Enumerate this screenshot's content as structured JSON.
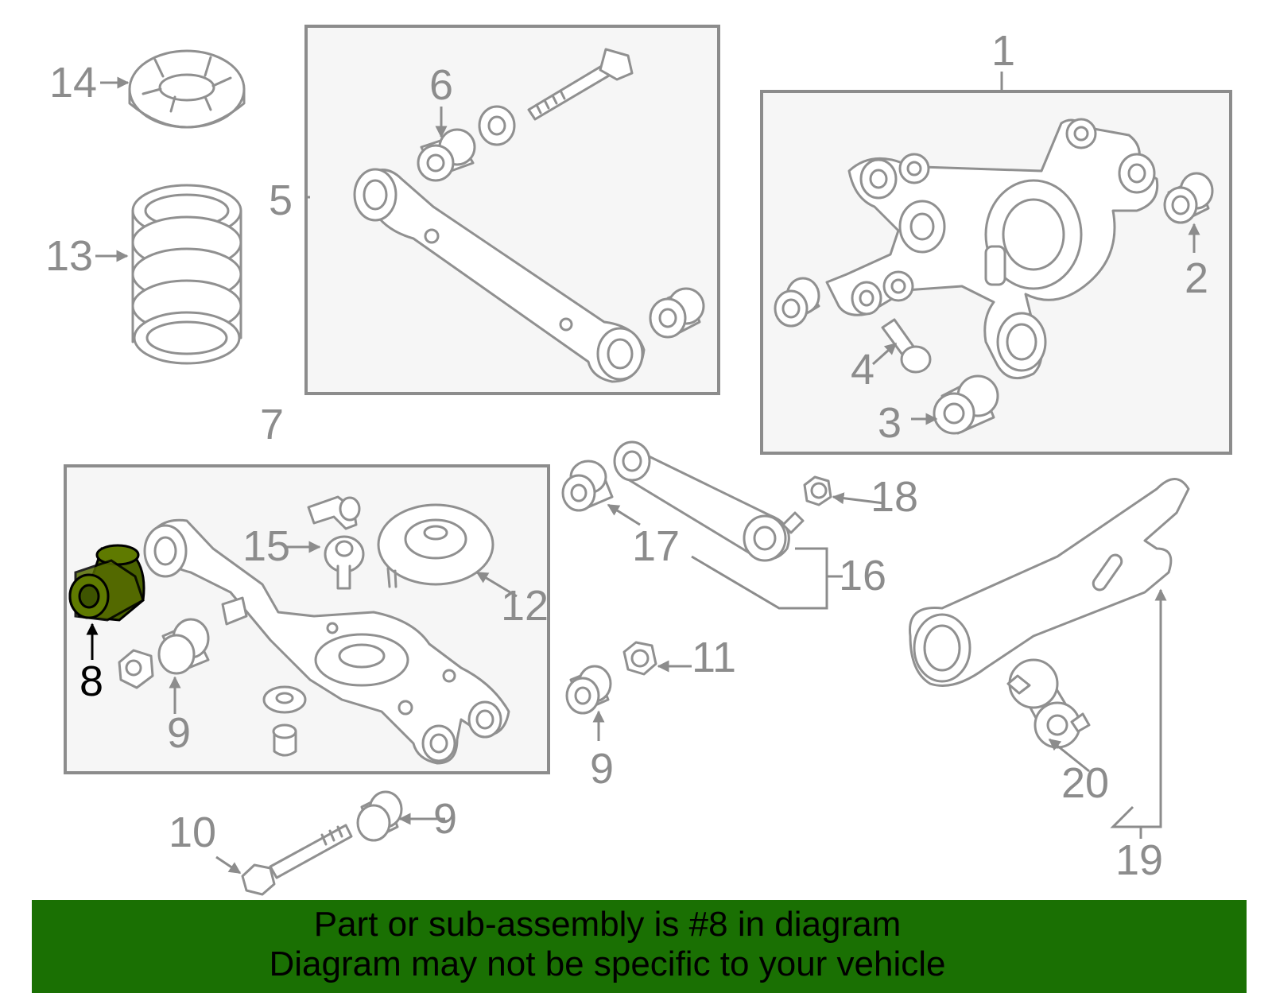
{
  "callouts": {
    "c1": "1",
    "c2": "2",
    "c3": "3",
    "c4": "4",
    "c5": "5",
    "c6": "6",
    "c7": "7",
    "c8": "8",
    "c9a": "9",
    "c9b": "9",
    "c9c": "9",
    "c10": "10",
    "c11": "11",
    "c12": "12",
    "c13": "13",
    "c14": "14",
    "c15": "15",
    "c16": "16",
    "c17": "17",
    "c18": "18",
    "c19": "19",
    "c20": "20"
  },
  "highlight": {
    "part_number": "8",
    "color": "#556b00"
  },
  "banner": {
    "line1": "Part or sub-assembly is #8 in diagram",
    "line2": "Diagram may not be specific to your vehicle",
    "background": "#1a7003"
  }
}
